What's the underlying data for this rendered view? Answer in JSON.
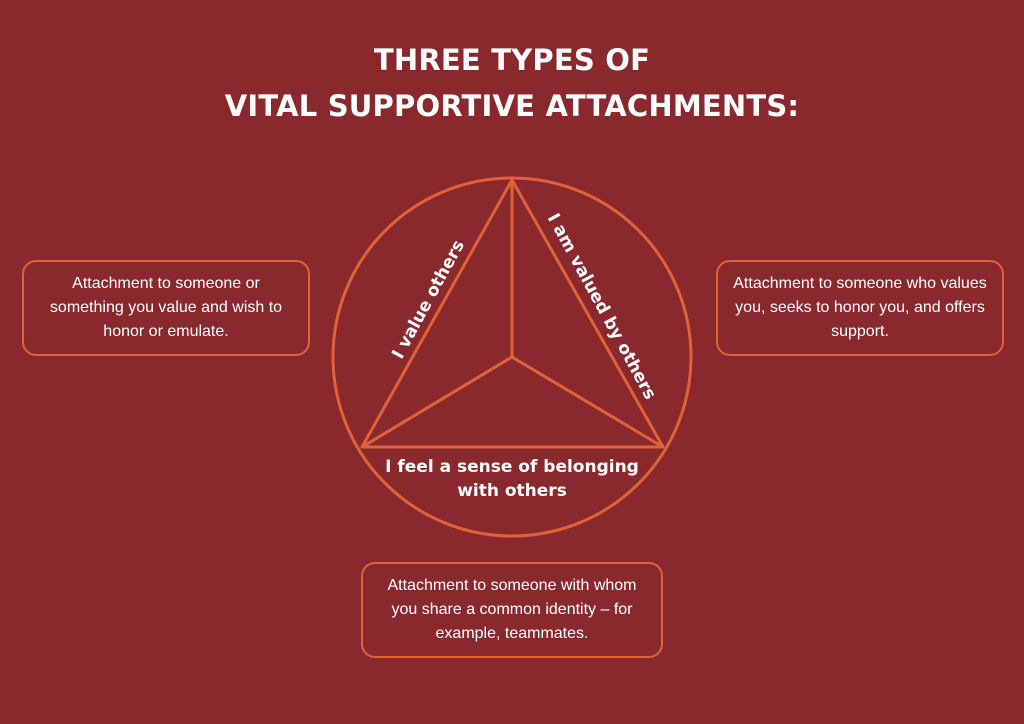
{
  "title": {
    "line1": "THREE TYPES OF",
    "line2": "VITAL SUPPORTIVE ATTACHMENTS:"
  },
  "diagram": {
    "left_edge_label": "I value others",
    "right_edge_label": "I am valued by others",
    "bottom_label_line1": "I feel a sense of belonging",
    "bottom_label_line2": "with others"
  },
  "boxes": {
    "left": "Attachment to someone or something you value and wish to honor or emulate.",
    "right": "Attachment to someone who values you, seeks to honor you, and offers support.",
    "bottom": "Attachment to someone with whom you share a common identity – for example, teammates."
  },
  "colors": {
    "background": "#8a292d",
    "accent": "#e0623a",
    "text": "#ffffff"
  }
}
